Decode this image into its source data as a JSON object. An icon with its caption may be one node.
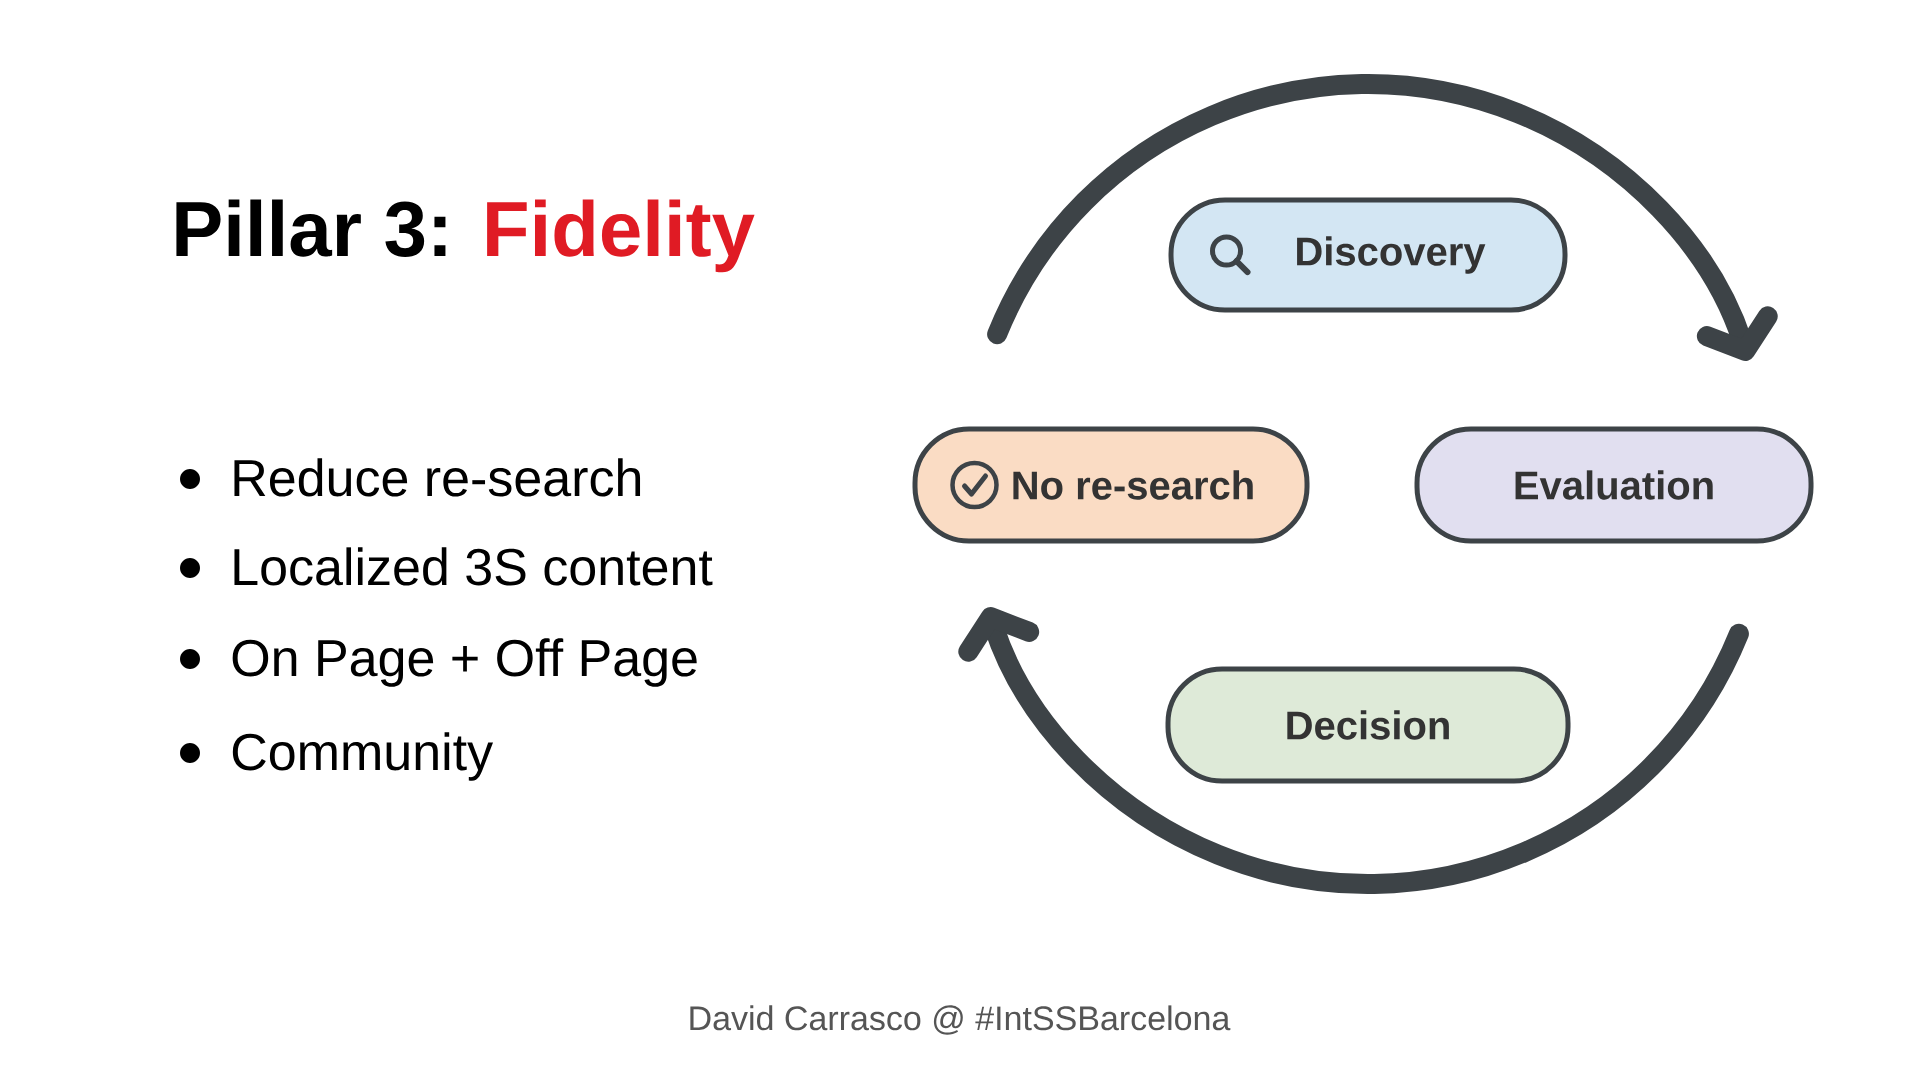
{
  "diagram": {
    "title": "Pillar 3: **Fidelity**",
    "nodes": [
      {
        "text": [
          "Discovery"
        ]
      },
      {
        "text": [
          "No re-search"
        ]
      },
      {
        "text": [
          "Evaluation"
        ]
      },
      {
        "text": [
          "Decision"
        ]
      }
    ],
    "edges": [
      {
        "from": 1,
        "to": 2,
        "arrow": "to"
      },
      {
        "from": 2,
        "to": 1,
        "arrow": "to"
      }
    ],
    "labels": [
      "Reduce re-search",
      "Localized 3S content",
      "On Page + Off Page",
      "Community",
      "David Carrasco @ #IntSSBarcelona"
    ]
  }
}
